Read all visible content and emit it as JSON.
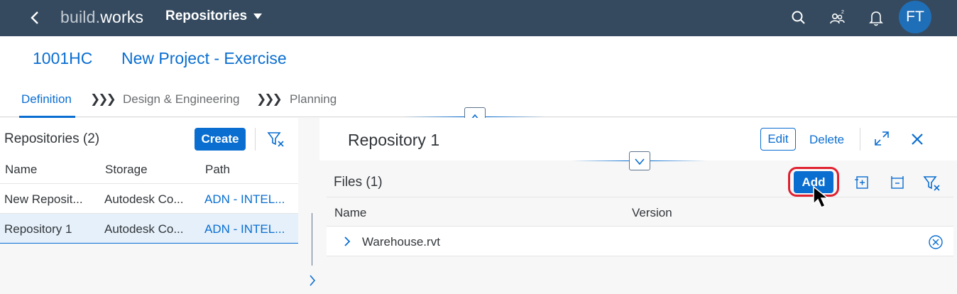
{
  "shell": {
    "brand_light": "build.",
    "brand_bold": "works",
    "menu_title": "Repositories",
    "avatar_initials": "FT",
    "icons": [
      "back-icon",
      "search-icon",
      "people-icon",
      "bell-icon"
    ]
  },
  "header": {
    "object_id": "1001HC",
    "object_title": "New Project - Exercise"
  },
  "tabs": [
    {
      "label": "Definition",
      "active": true
    },
    {
      "label": "Design & Engineering",
      "active": false
    },
    {
      "label": "Planning",
      "active": false
    }
  ],
  "tab_separator": "❯❯❯",
  "left": {
    "toolbar_title": "Repositories (2)",
    "create_label": "Create",
    "columns": [
      "Name",
      "Storage",
      "Path"
    ],
    "rows": [
      {
        "name": "New Reposit...",
        "storage": "Autodesk Co...",
        "path": "ADN - INTEL...",
        "selected": false
      },
      {
        "name": "Repository 1",
        "storage": "Autodesk Co...",
        "path": "ADN - INTEL...",
        "selected": true
      }
    ]
  },
  "right": {
    "title": "Repository 1",
    "edit_label": "Edit",
    "delete_label": "Delete",
    "files_title": "Files (1)",
    "add_label": "Add",
    "columns": [
      "Name",
      "Version"
    ],
    "rows": [
      {
        "name": "Warehouse.rvt",
        "version": ""
      }
    ]
  },
  "colors": {
    "shell": "#354a5f",
    "accent": "#0a6ed1",
    "highlight_ring": "#e0202f"
  }
}
